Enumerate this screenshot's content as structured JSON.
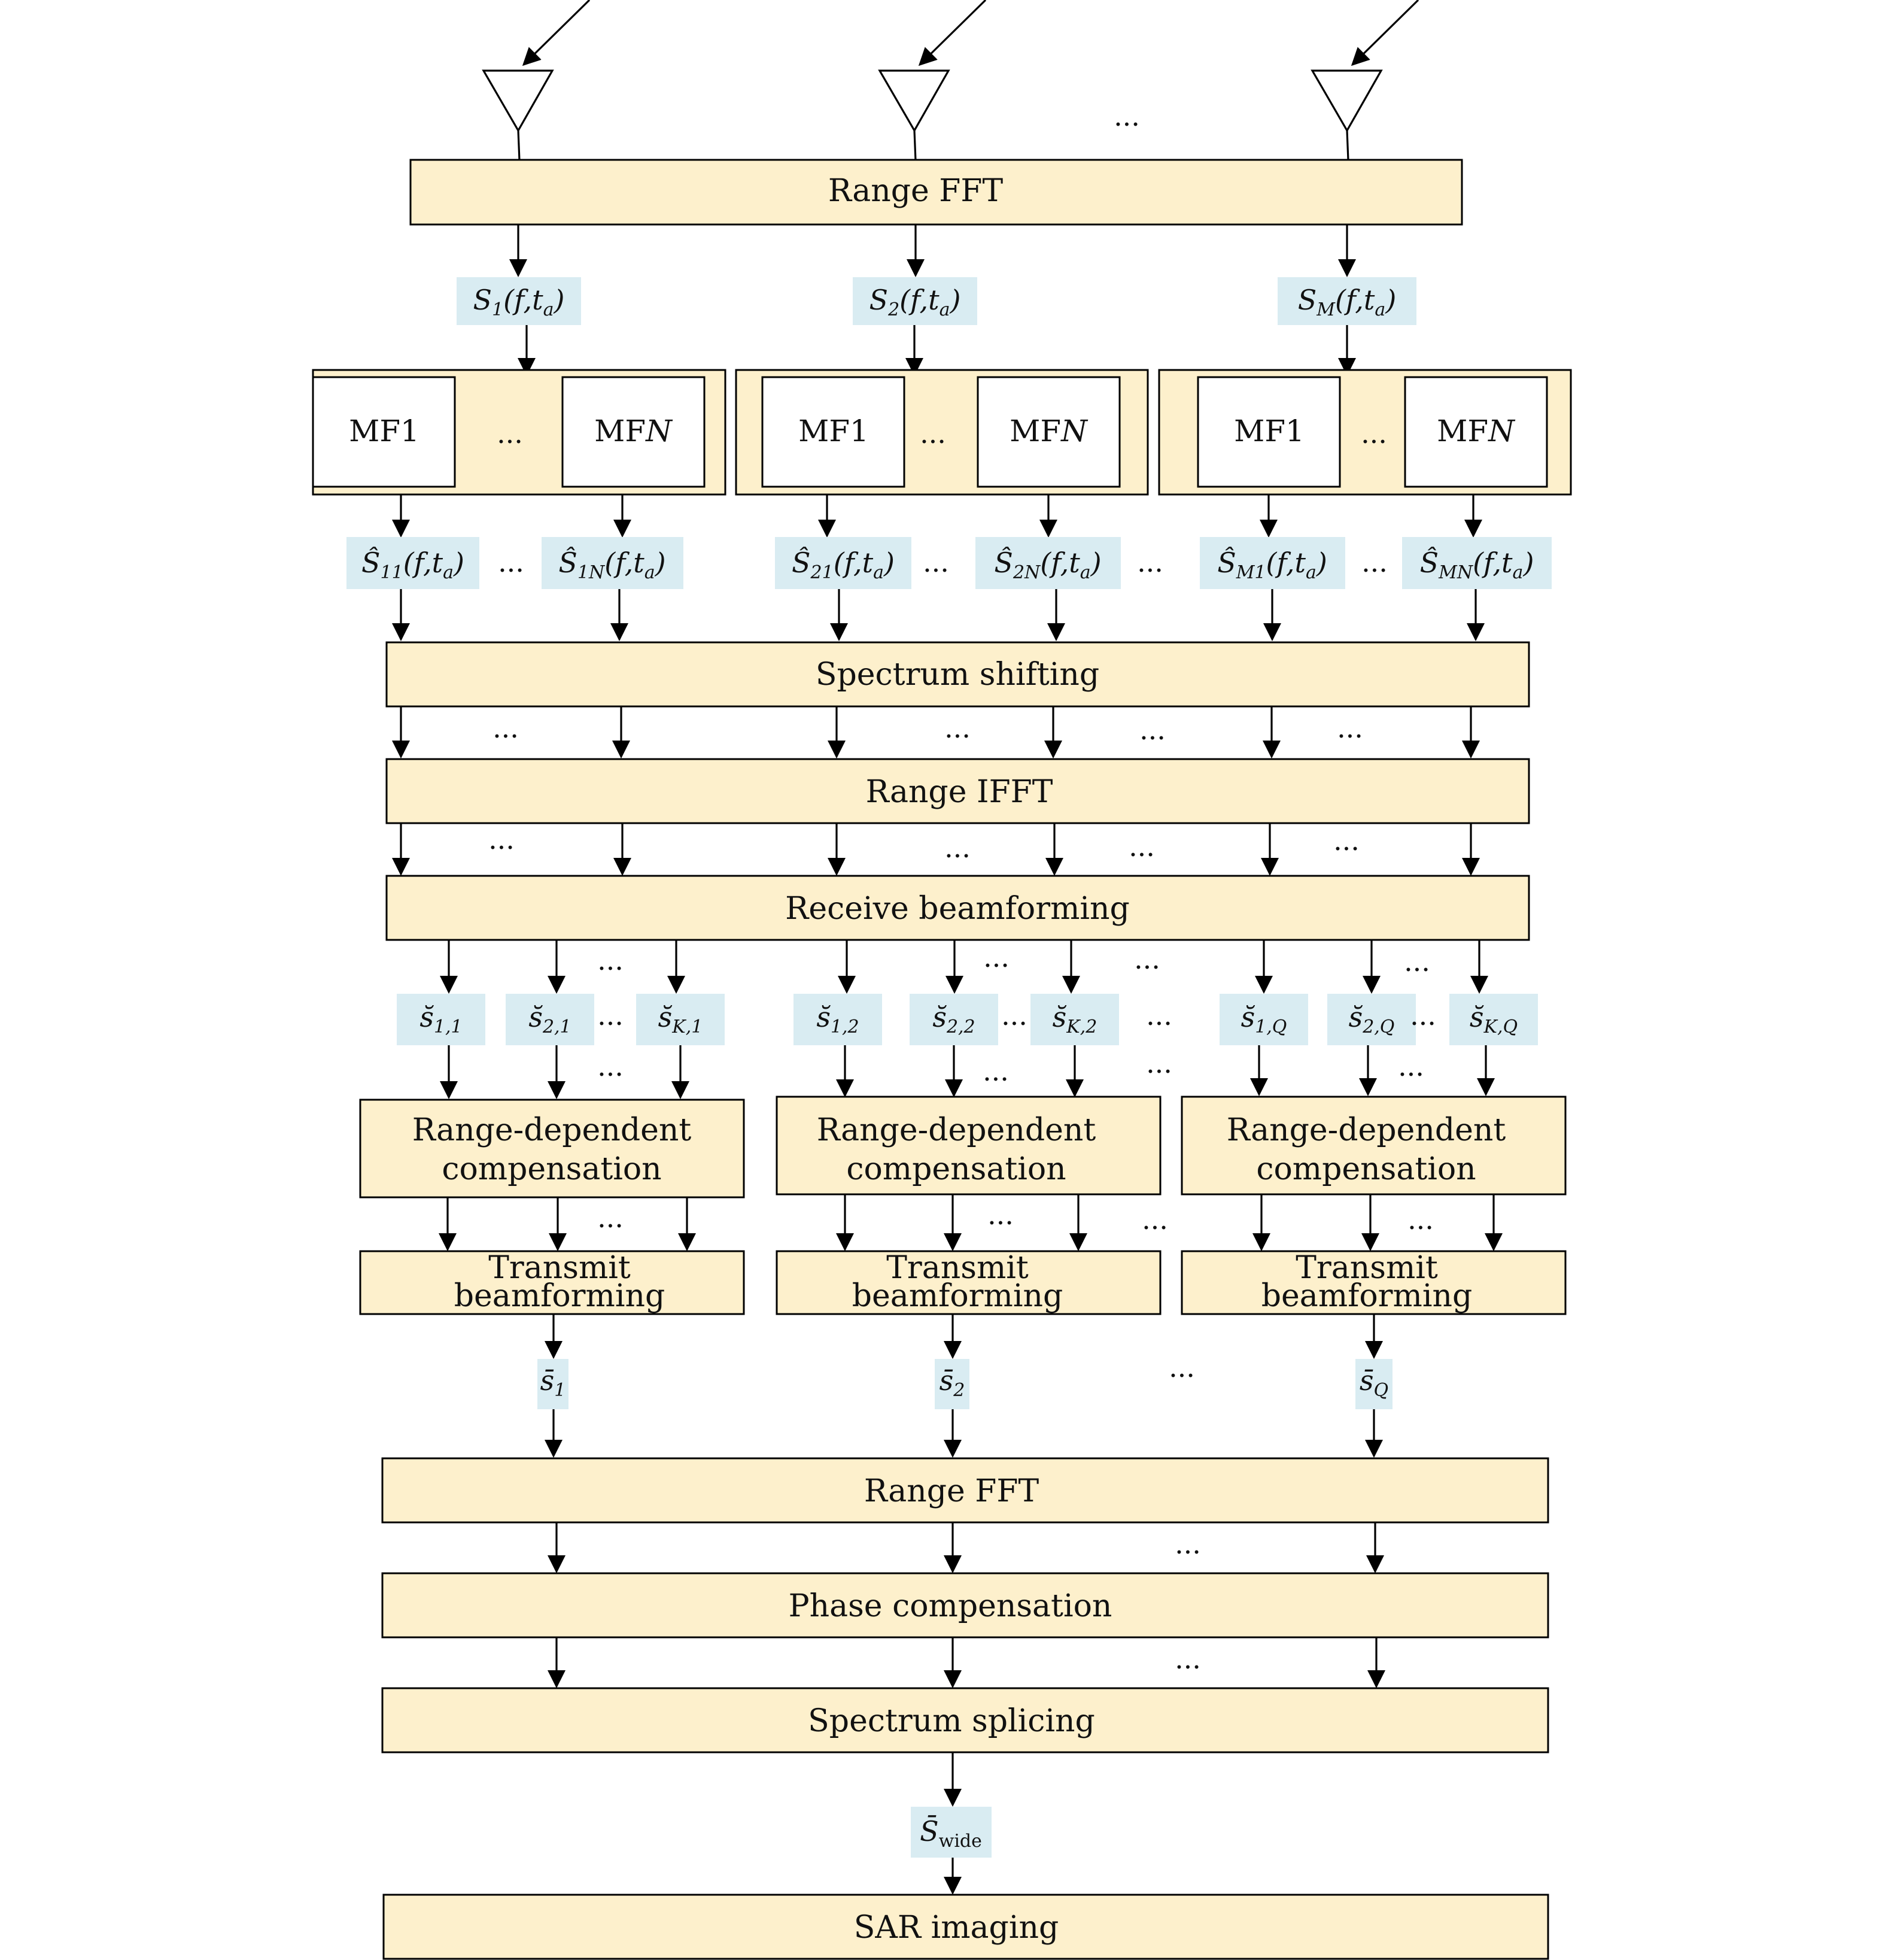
{
  "diagram": {
    "blocks": {
      "range_fft_top": "Range FFT",
      "spectrum_shifting": "Spectrum shifting",
      "range_ifft": "Range IFFT",
      "receive_beamforming": "Receive beamforming",
      "rdc_line1": "Range-dependent",
      "rdc_line2": "compensation",
      "tb_line1": "Transmit",
      "tb_line2": "beamforming",
      "range_fft_bottom": "Range FFT",
      "phase_compensation": "Phase compensation",
      "spectrum_splicing": "Spectrum splicing",
      "sar_imaging": "SAR imaging"
    },
    "matched_filters": {
      "first": "MF1",
      "last": "MF",
      "last_italic": "N"
    },
    "ellipsis": "...",
    "signals": {
      "range_outputs": [
        {
          "base": "S",
          "sub": "1",
          "args": "(f,t",
          "arg_sub": "a",
          "close": ")"
        },
        {
          "base": "S",
          "sub": "2",
          "args": "(f,t",
          "arg_sub": "a",
          "close": ")"
        },
        {
          "base": "S",
          "sub": "M",
          "args": "(f,t",
          "arg_sub": "a",
          "close": ")"
        }
      ],
      "mf_outputs": [
        {
          "base": "Ŝ",
          "sub": "11",
          "args": "(f,t",
          "arg_sub": "a",
          "close": ")"
        },
        {
          "base": "Ŝ",
          "sub": "1N",
          "args": "(f,t",
          "arg_sub": "a",
          "close": ")"
        },
        {
          "base": "Ŝ",
          "sub": "21",
          "args": "(f,t",
          "arg_sub": "a",
          "close": ")"
        },
        {
          "base": "Ŝ",
          "sub": "2N",
          "args": "(f,t",
          "arg_sub": "a",
          "close": ")"
        },
        {
          "base": "Ŝ",
          "sub": "M1",
          "args": "(f,t",
          "arg_sub": "a",
          "close": ")"
        },
        {
          "base": "Ŝ",
          "sub": "MN",
          "args": "(f,t",
          "arg_sub": "a",
          "close": ")"
        }
      ],
      "beam_outputs": [
        {
          "base": "s̆",
          "sub": "1,1"
        },
        {
          "base": "s̆",
          "sub": "2,1"
        },
        {
          "base": "s̆",
          "sub": "K,1"
        },
        {
          "base": "s̆",
          "sub": "1,2"
        },
        {
          "base": "s̆",
          "sub": "2,2"
        },
        {
          "base": "s̆",
          "sub": "K,2"
        },
        {
          "base": "s̆",
          "sub": "1,Q"
        },
        {
          "base": "s̆",
          "sub": "2,Q"
        },
        {
          "base": "s̆",
          "sub": "K,Q"
        }
      ],
      "tx_outputs": [
        {
          "base": "s̄",
          "sub": "1"
        },
        {
          "base": "s̄",
          "sub": "2"
        },
        {
          "base": "s̄",
          "sub": "Q"
        }
      ],
      "wide": {
        "base": "S̄",
        "sub": "wide"
      }
    },
    "colors": {
      "block_fill": "#fdf0cc",
      "signal_fill": "#d9ecf2",
      "stroke": "#000000"
    }
  }
}
